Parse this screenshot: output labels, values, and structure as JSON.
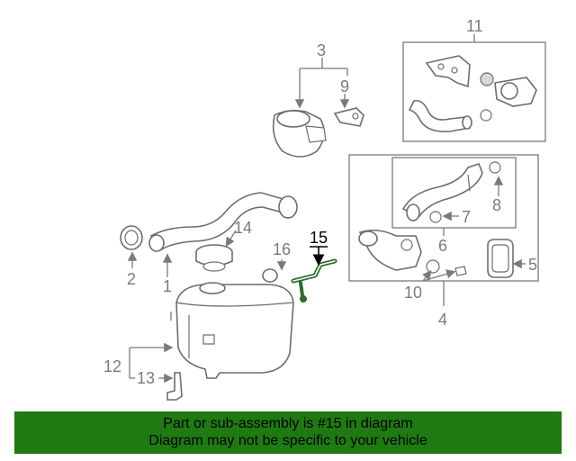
{
  "callouts": {
    "c1": "1",
    "c2": "2",
    "c3": "3",
    "c4": "4",
    "c5": "5",
    "c6": "6",
    "c7": "7",
    "c8": "8",
    "c9": "9",
    "c10": "10",
    "c11": "11",
    "c12": "12",
    "c13": "13",
    "c14": "14",
    "c15": "15",
    "c16": "16"
  },
  "highlighted_part": "15",
  "colors": {
    "banner": "#1e7a11",
    "highlight_part": "#2e6b2e",
    "line_art": "#6d6d6d"
  },
  "banner": {
    "line1": "Part or sub-assembly is #15 in diagram",
    "line2": "Diagram may not be specific to your vehicle"
  }
}
